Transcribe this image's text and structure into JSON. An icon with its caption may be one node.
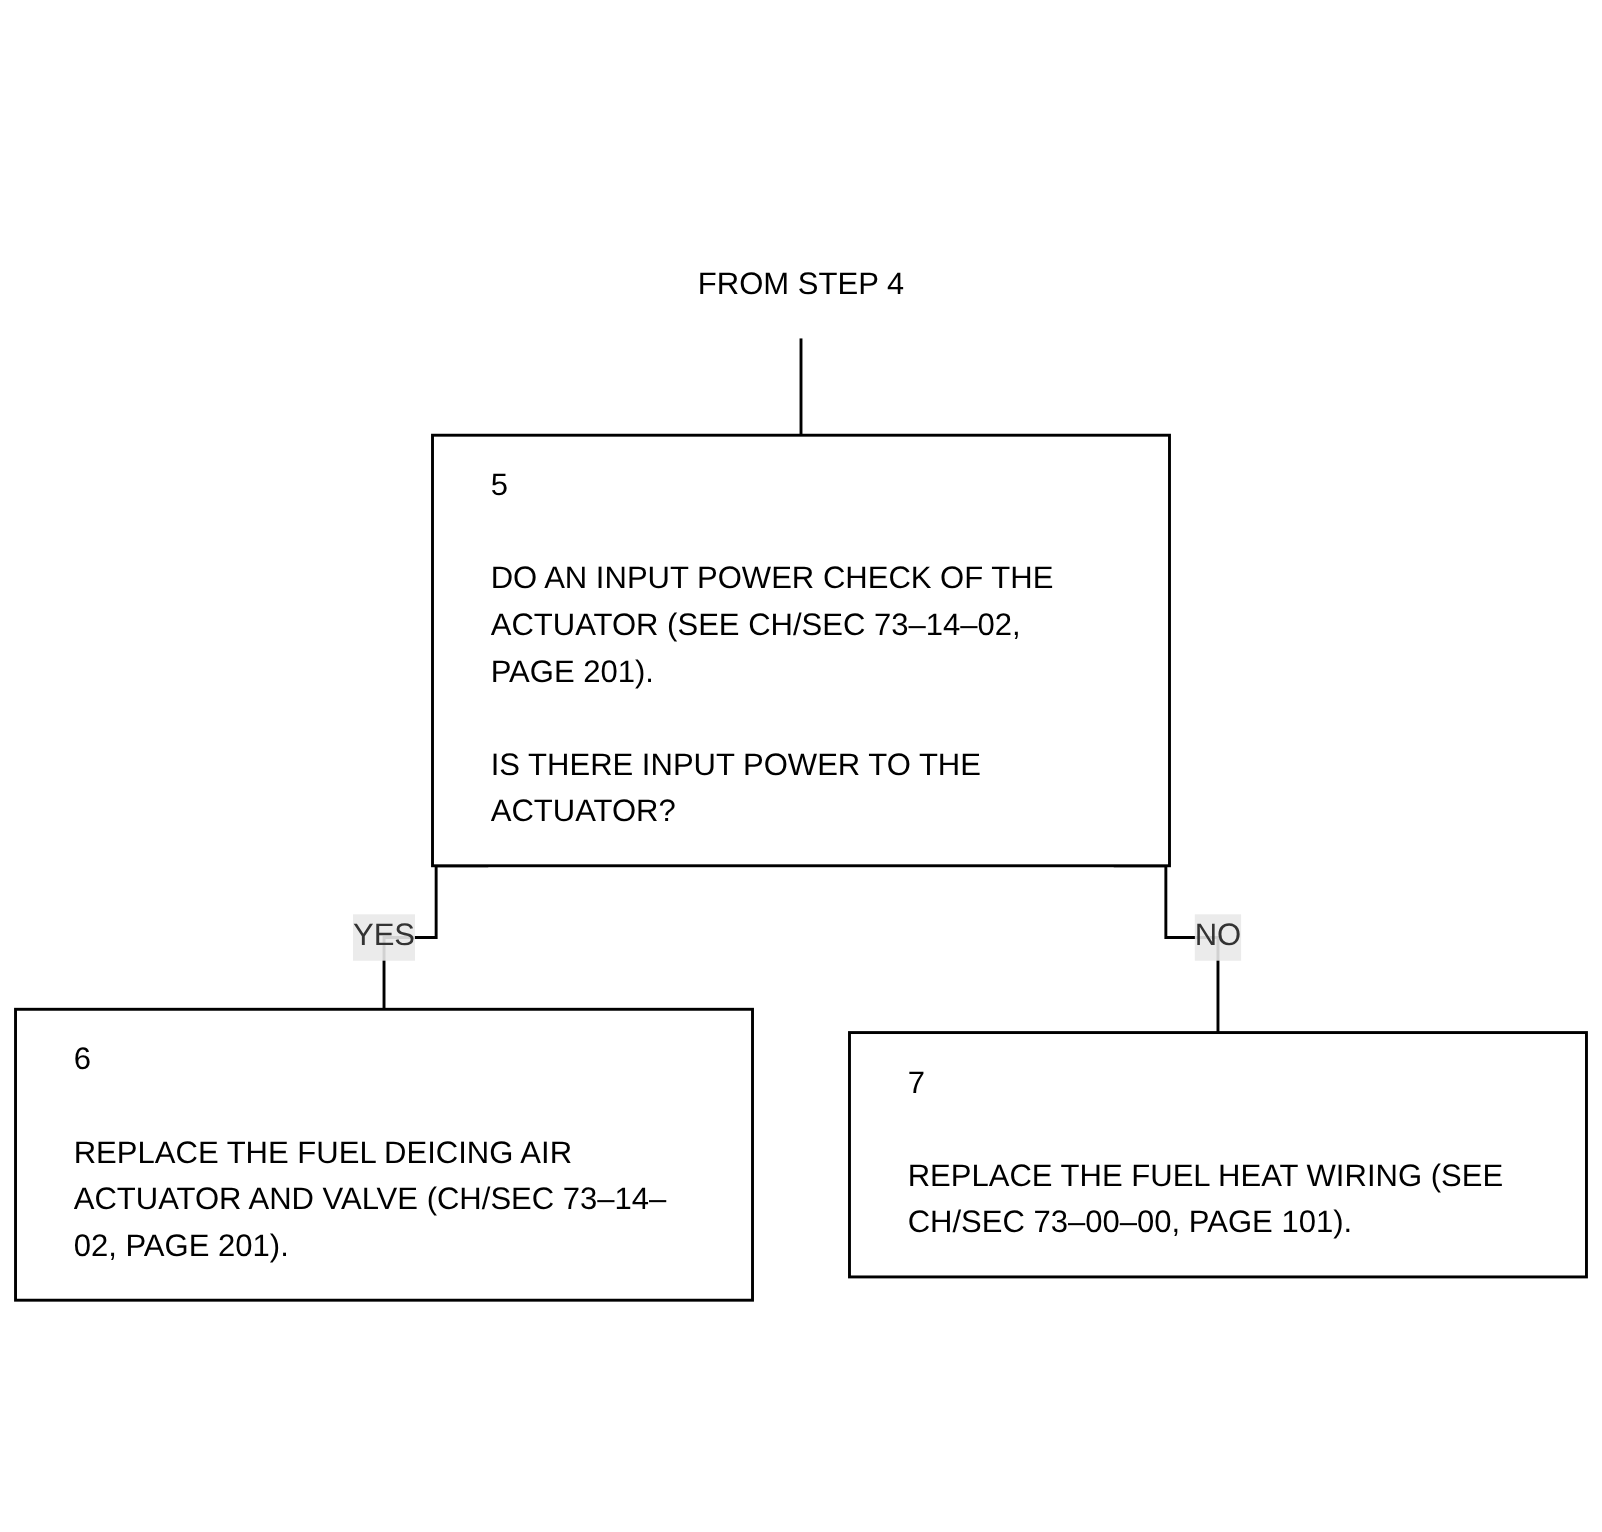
{
  "diagram": {
    "nodes": [
      {
        "text": [
          "FROM STEP 4"
        ]
      },
      {
        "text": [
          "5",
          "DO AN INPUT POWER CHECK OF THE ACTUATOR (SEE CH/SEC 73–14–02, PAGE 201).",
          "IS THERE INPUT POWER TO THE ACTUATOR?"
        ]
      },
      {
        "text": [
          "6",
          "REPLACE THE FUEL DEICING AIR ACTUATOR AND VALVE (CH/SEC 73–14–02, PAGE 201)."
        ]
      },
      {
        "text": [
          "7",
          "REPLACE THE FUEL HEAT WIRING (SEE CH/SEC 73–00–00, PAGE 101)."
        ]
      }
    ],
    "edges": [
      {
        "from": 0,
        "to": 1,
        "arrow": "none"
      },
      {
        "from": 1,
        "to": 2,
        "arrow": "none",
        "label": "YES"
      },
      {
        "from": 1,
        "to": 3,
        "arrow": "none",
        "label": "NO"
      }
    ]
  }
}
